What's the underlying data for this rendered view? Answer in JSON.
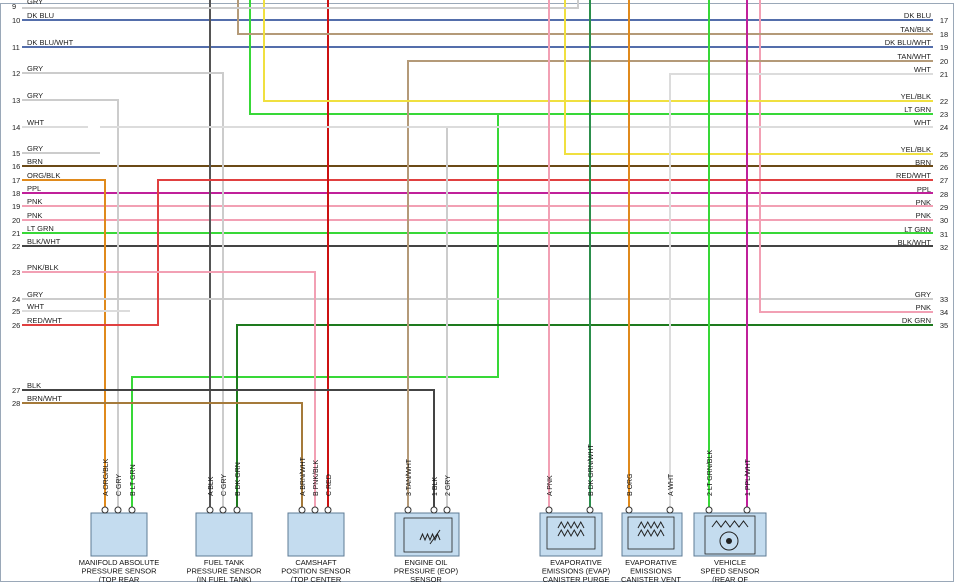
{
  "left_circuits": [
    {
      "num": "9",
      "label": "GRY",
      "color": "#c8c8c8"
    },
    {
      "num": "10",
      "label": "DK BLU",
      "color": "#1c3f8f"
    },
    {
      "num": "11",
      "label": "DK BLU/WHT",
      "color": "#1c3f8f"
    },
    {
      "num": "12",
      "label": "GRY",
      "color": "#c8c8c8"
    },
    {
      "num": "13",
      "label": "GRY",
      "color": "#c8c8c8"
    },
    {
      "num": "14",
      "label": "WHT",
      "color": "#d8d8d8"
    },
    {
      "num": "15",
      "label": "GRY",
      "color": "#c8c8c8"
    },
    {
      "num": "16",
      "label": "BRN",
      "color": "#6b4a17"
    },
    {
      "num": "17",
      "label": "ORG/BLK",
      "color": "#e08a1c"
    },
    {
      "num": "18",
      "label": "PPL",
      "color": "#c0209a"
    },
    {
      "num": "19",
      "label": "PNK",
      "color": "#f2a0b4"
    },
    {
      "num": "20",
      "label": "PNK",
      "color": "#f2a0b4"
    },
    {
      "num": "21",
      "label": "LT GRN",
      "color": "#38d838"
    },
    {
      "num": "22",
      "label": "BLK/WHT",
      "color": "#444444"
    },
    {
      "num": "23",
      "label": "PNK/BLK",
      "color": "#f2a0b4"
    },
    {
      "num": "24",
      "label": "GRY",
      "color": "#c8c8c8"
    },
    {
      "num": "25",
      "label": "WHT",
      "color": "#d8d8d8"
    },
    {
      "num": "26",
      "label": "RED/WHT",
      "color": "#e04040"
    },
    {
      "num": "27",
      "label": "BLK",
      "color": "#333333"
    },
    {
      "num": "28",
      "label": "BRN/WHT",
      "color": "#a57a3a"
    }
  ],
  "right_circuits": [
    {
      "num": "17",
      "label": "DK BLU",
      "color": "#1c3f8f"
    },
    {
      "num": "18",
      "label": "TAN/BLK",
      "color": "#b49a78"
    },
    {
      "num": "19",
      "label": "DK BLU/WHT",
      "color": "#1c3f8f"
    },
    {
      "num": "20",
      "label": "TAN/WHT",
      "color": "#b49a78"
    },
    {
      "num": "21",
      "label": "WHT",
      "color": "#d8d8d8"
    },
    {
      "num": "22",
      "label": "YEL/BLK",
      "color": "#f0e040"
    },
    {
      "num": "23",
      "label": "LT GRN",
      "color": "#38d838"
    },
    {
      "num": "24",
      "label": "WHT",
      "color": "#d8d8d8"
    },
    {
      "num": "25",
      "label": "YEL/BLK",
      "color": "#f0e040"
    },
    {
      "num": "26",
      "label": "BRN",
      "color": "#6b4a17"
    },
    {
      "num": "27",
      "label": "RED/WHT",
      "color": "#e04040"
    },
    {
      "num": "28",
      "label": "PPL",
      "color": "#c0209a"
    },
    {
      "num": "29",
      "label": "PNK",
      "color": "#f2a0b4"
    },
    {
      "num": "30",
      "label": "PNK",
      "color": "#f2a0b4"
    },
    {
      "num": "31",
      "label": "LT GRN",
      "color": "#38d838"
    },
    {
      "num": "32",
      "label": "BLK/WHT",
      "color": "#444444"
    },
    {
      "num": "33",
      "label": "GRY",
      "color": "#c8c8c8"
    },
    {
      "num": "34",
      "label": "PNK",
      "color": "#f2a0b4"
    },
    {
      "num": "35",
      "label": "DK GRN",
      "color": "#1e7a1e"
    }
  ],
  "components": [
    {
      "id": "map",
      "lines": [
        "MANIFOLD ABSOLUTE",
        "PRESSURE SENSOR",
        "(TOP REAR"
      ],
      "pins": [
        {
          "pin": "A",
          "wire": "ORG/BLK"
        },
        {
          "pin": "C",
          "wire": "GRY"
        },
        {
          "pin": "B",
          "wire": "LT GRN"
        }
      ]
    },
    {
      "id": "ftp",
      "lines": [
        "FUEL TANK",
        "PRESSURE SENSOR",
        "(IN FUEL TANK)"
      ],
      "pins": [
        {
          "pin": "A",
          "wire": "BLK"
        },
        {
          "pin": "C",
          "wire": "GRY"
        },
        {
          "pin": "B",
          "wire": "DK GRN"
        }
      ]
    },
    {
      "id": "cmp",
      "lines": [
        "CAMSHAFT",
        "POSITION SENSOR",
        "(TOP CENTER"
      ],
      "pins": [
        {
          "pin": "A",
          "wire": "BRN/WHT"
        },
        {
          "pin": "B",
          "wire": "PNK/BLK"
        },
        {
          "pin": "C",
          "wire": "RED"
        }
      ]
    },
    {
      "id": "eop",
      "lines": [
        "ENGINE OIL",
        "PRESSURE (EOP)",
        "SENSOR"
      ],
      "pins": [
        {
          "pin": "3",
          "wire": "TAN/WHT"
        },
        {
          "pin": "1",
          "wire": "BLK"
        },
        {
          "pin": "2",
          "wire": "GRY"
        }
      ]
    },
    {
      "id": "purge",
      "lines": [
        "EVAPORATIVE",
        "EMISSIONS (EVAP)",
        "CANISTER PURGE",
        "SOLENOID"
      ],
      "pins": [
        {
          "pin": "A",
          "wire": "PNK"
        },
        {
          "pin": "B",
          "wire": "DK GRN/WHT"
        }
      ]
    },
    {
      "id": "vent",
      "lines": [
        "EVAPORATIVE",
        "EMISSIONS",
        "CANISTER VENT",
        "SOLENOID"
      ],
      "pins": [
        {
          "pin": "B",
          "wire": "ORG"
        },
        {
          "pin": "A",
          "wire": "WHT"
        }
      ]
    },
    {
      "id": "vss",
      "lines": [
        "VEHICLE",
        "SPEED SENSOR",
        "(REAR OF"
      ],
      "pins": [
        {
          "pin": "2",
          "wire": "LT GRN/BLK"
        },
        {
          "pin": "1",
          "wire": "PPL/WHT"
        }
      ]
    }
  ]
}
